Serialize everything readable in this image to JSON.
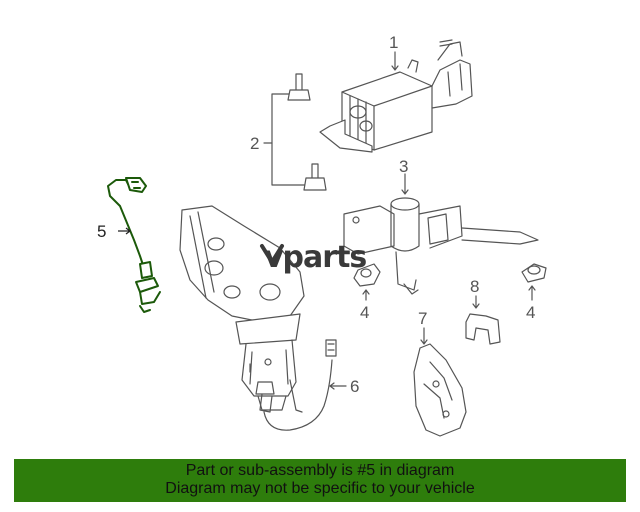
{
  "watermark": "vparts",
  "callouts": {
    "c1": "1",
    "c2": "2",
    "c3": "3",
    "c4a": "4",
    "c4b": "4",
    "c5": "5",
    "c6": "6",
    "c7": "7",
    "c8": "8"
  },
  "highlighted_part": "5",
  "banner": {
    "line1": "Part or sub-assembly is #5 in diagram",
    "line2": "Diagram may not be specific to your vehicle"
  },
  "colors": {
    "highlight": "#1c5a0a",
    "banner_bg": "#2e7d0c",
    "linework": "#555555"
  }
}
